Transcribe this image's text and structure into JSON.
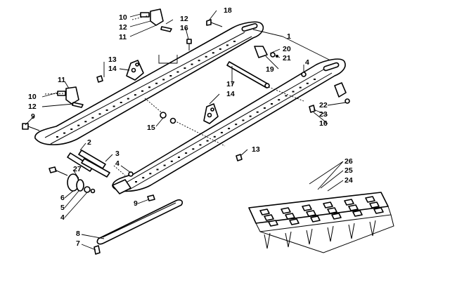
{
  "callouts": [
    {
      "id": "c10a",
      "text": "10"
    },
    {
      "id": "c12a",
      "text": "12"
    },
    {
      "id": "c11a",
      "text": "11"
    },
    {
      "id": "c12b",
      "text": "12"
    },
    {
      "id": "c16a",
      "text": "16"
    },
    {
      "id": "c18",
      "text": "18"
    },
    {
      "id": "c1",
      "text": "1"
    },
    {
      "id": "c20",
      "text": "20"
    },
    {
      "id": "c21",
      "text": "21"
    },
    {
      "id": "c19",
      "text": "19"
    },
    {
      "id": "c4a",
      "text": "4"
    },
    {
      "id": "c13a",
      "text": "13"
    },
    {
      "id": "c14a",
      "text": "14"
    },
    {
      "id": "c11b",
      "text": "11"
    },
    {
      "id": "c10b",
      "text": "10"
    },
    {
      "id": "c12c",
      "text": "12"
    },
    {
      "id": "c9a",
      "text": "9"
    },
    {
      "id": "c17",
      "text": "17"
    },
    {
      "id": "c14b",
      "text": "14"
    },
    {
      "id": "c22",
      "text": "22"
    },
    {
      "id": "c23",
      "text": "23"
    },
    {
      "id": "c16b",
      "text": "16"
    },
    {
      "id": "c15",
      "text": "15"
    },
    {
      "id": "c2",
      "text": "2"
    },
    {
      "id": "c13b",
      "text": "13"
    },
    {
      "id": "c3",
      "text": "3"
    },
    {
      "id": "c4b",
      "text": "4"
    },
    {
      "id": "c27",
      "text": "27"
    },
    {
      "id": "c6",
      "text": "6"
    },
    {
      "id": "c5",
      "text": "5"
    },
    {
      "id": "c4c",
      "text": "4"
    },
    {
      "id": "c9b",
      "text": "9"
    },
    {
      "id": "c8",
      "text": "8"
    },
    {
      "id": "c7",
      "text": "7"
    },
    {
      "id": "c26",
      "text": "26"
    },
    {
      "id": "c25",
      "text": "25"
    },
    {
      "id": "c24",
      "text": "24"
    }
  ]
}
